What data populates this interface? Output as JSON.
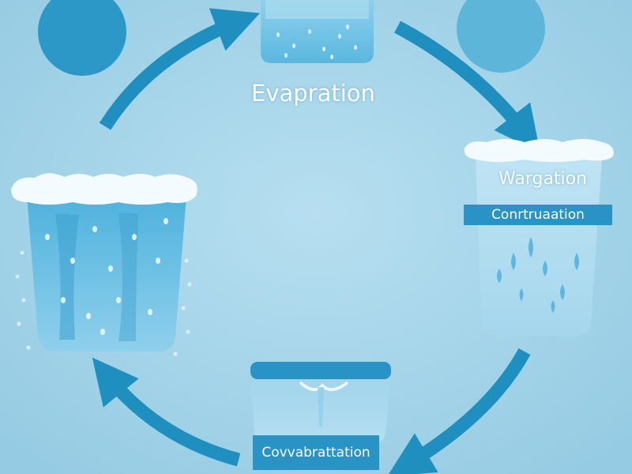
{
  "diagram": {
    "labels": {
      "evaporation": "Evapration",
      "wargation": "Wargation",
      "condensation": "Conrtruaation",
      "convection": "Covvabrattation"
    },
    "colors": {
      "background": "#9fd0e6",
      "arrow": "#1f8fc0",
      "circle": "#2b98c8",
      "water": "#5cb8de",
      "water_dark": "#3ea3d2",
      "foam": "#f4fbff",
      "badge": "#2a93c6",
      "text": "#ffffff"
    }
  }
}
